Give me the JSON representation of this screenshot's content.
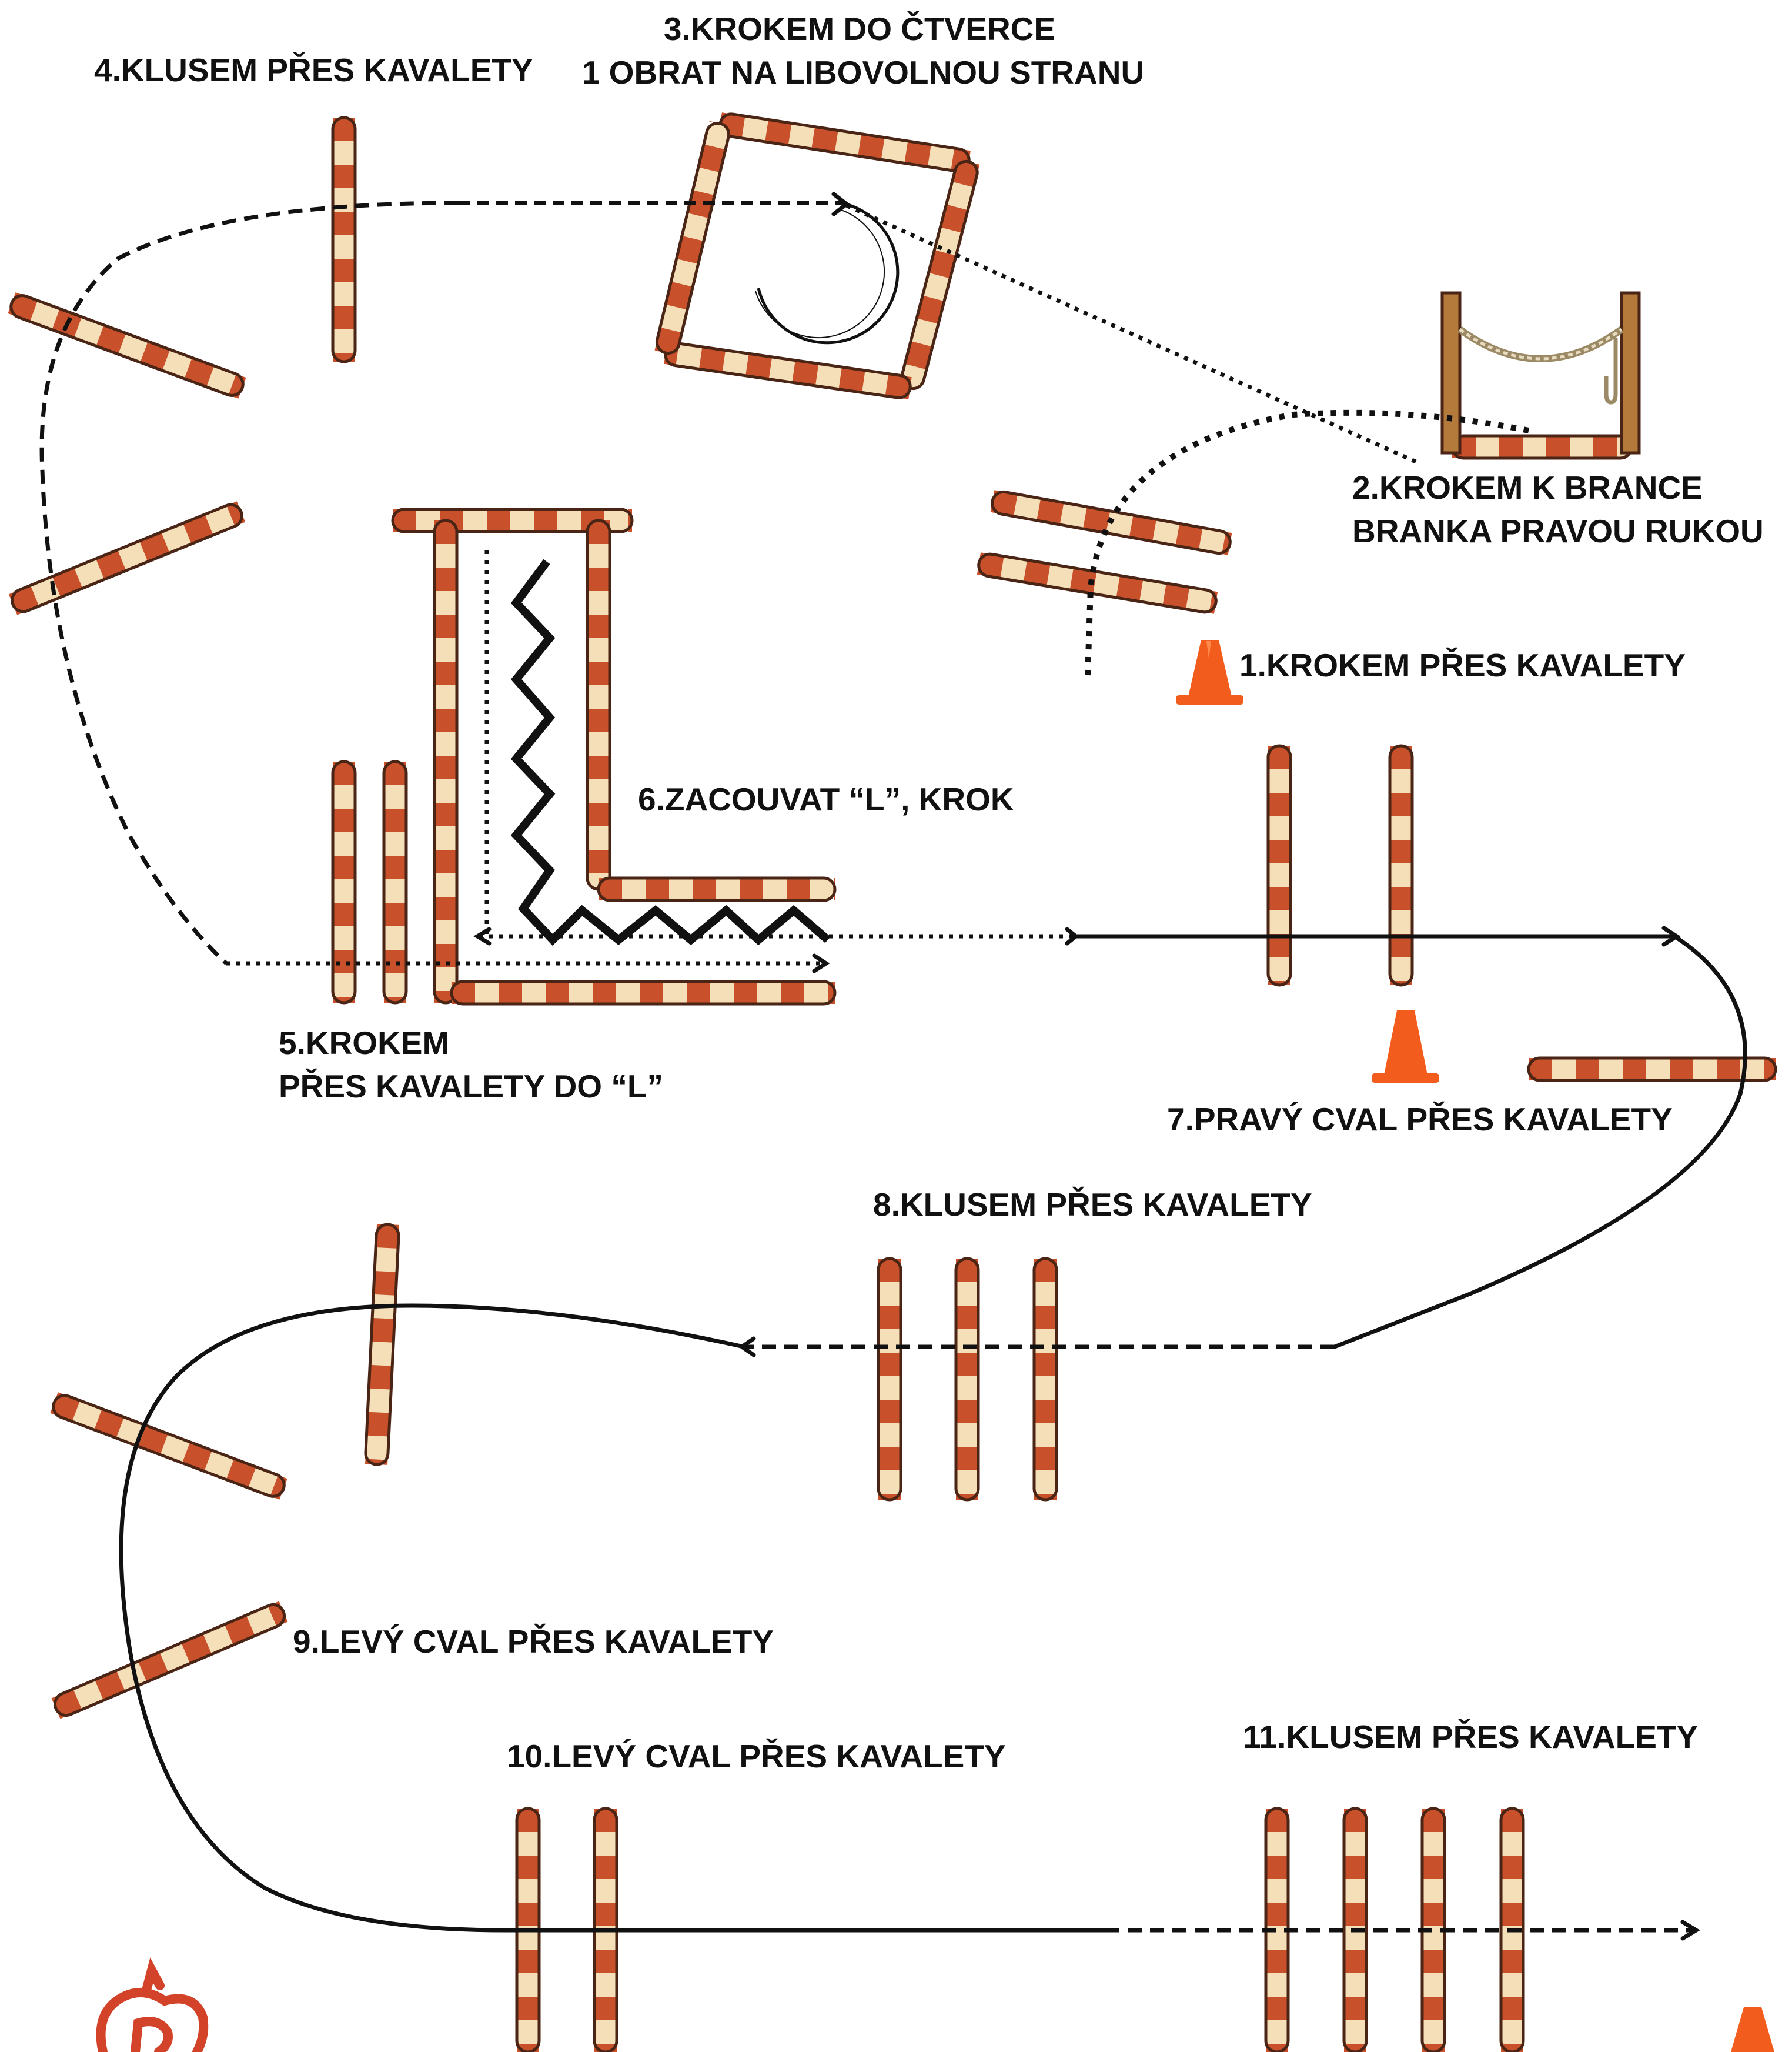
{
  "labels": {
    "step1": "1.KROKEM PŘES KAVALETY",
    "step2_line1": "2.KROKEM K BRANCE",
    "step2_line2": "BRANKA PRAVOU RUKOU",
    "step3_line1": "3.KROKEM DO ČTVERCE",
    "step3_line2": "1 OBRAT NA LIBOVOLNOU STRANU",
    "step4": "4.KLUSEM PŘES KAVALETY",
    "step5_line1": "5.KROKEM",
    "step5_line2": "PŘES KAVALETY DO “L”",
    "step6": "6.ZACOUVAT “L”, KROK",
    "step7": "7.PRAVÝ CVAL PŘES KAVALETY",
    "step8": "8.KLUSEM PŘES KAVALETY",
    "step9": "9.LEVÝ CVAL PŘES KAVALETY",
    "step10": "10.LEVÝ CVAL PŘES KAVALETY",
    "step11": "11.KLUSEM PŘES KAVALETY"
  },
  "colors": {
    "pole_stripe_dark": "#c8502a",
    "pole_stripe_light": "#f4dfb8",
    "pole_outline": "#4a2515",
    "cone": "#f25c1c",
    "path_line": "#111111",
    "gate_post": "#b47a3c",
    "logo": "#d2432a"
  },
  "icons": {
    "cone": "traffic-cone-icon",
    "gate": "rope-gate-icon",
    "logo": "horse-head-logo-icon"
  }
}
